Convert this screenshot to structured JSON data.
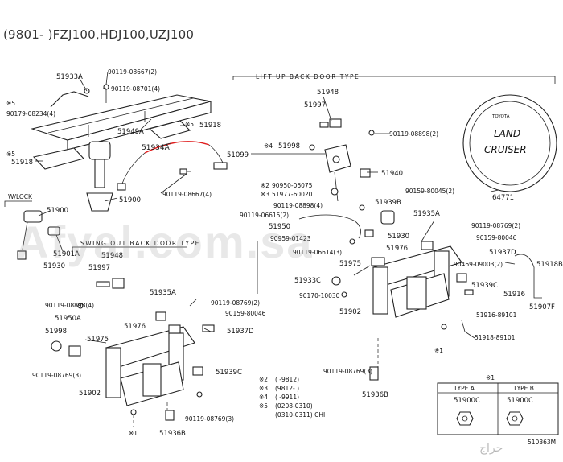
{
  "header": {
    "title": "(9801- )FZJ100,HDJ100,UZJ100"
  },
  "watermark": "Afyal.com.sa",
  "highlight_color": "#e02020",
  "sections": {
    "lift_up": "LIFT UP BACK DOOR TYPE",
    "swing_out": "SWING OUT BACK DOOR TYPE",
    "wlock": "W/LOCK"
  },
  "tire_cover": {
    "brand": "TOYOTA",
    "line1": "LAND",
    "line2": "CRUISER"
  },
  "labels": {
    "p51933A": "51933A",
    "p90119_08667_2": "90119-08667(2)",
    "p90119_08701_4": "90119-08701(4)",
    "p5a": "※5",
    "p90179_08234_4": "90179-08234(4)",
    "p51949A": "51949A",
    "p5b": "※5",
    "p51918a": "51918",
    "p51934A": "51934A",
    "p5c": "※5",
    "p51918b": "51918",
    "p51900a": "51900",
    "p90119_08667_4": "90119-08667(4)",
    "p51900b": "51900",
    "p51901A": "51901A",
    "p51930a": "51930",
    "p51948a": "51948",
    "p51997a": "51997",
    "p90119_08898_2": "90119-08898(2)",
    "p51099": "51099",
    "p4": "※4",
    "p51998a": "51998",
    "p51940": "51940",
    "p64771": "64771",
    "p2a": "※2",
    "p90950_06075": "90950-06075",
    "p3a": "※3",
    "p51977_60020": "51977-60020",
    "p90159_80045_2": "90159-80045(2)",
    "p90119_08898_4": "90119-08898(4)",
    "p51939B": "51939B",
    "p90119_06615_2": "90119-06615(2)",
    "p51950": "51950",
    "p51935Aa": "51935A",
    "p90119_08769_2a": "90119-08769(2)",
    "p90959_01423": "90959-01423",
    "p51930b": "51930",
    "p90159_80046a": "90159-80046",
    "p90119_06614_3": "90119-06614(3)",
    "p51976a": "51976",
    "p51937Da": "51937D",
    "p51975a": "51975",
    "p90469_09003_2": "90469-09003(2)",
    "p51918B": "51918B",
    "p51933C": "51933C",
    "p51939Ca": "51939C",
    "p90170_10030": "90170-10030",
    "p51916": "51916",
    "p51907F": "51907F",
    "p51902a": "51902",
    "p51916_89101": "51916-89101",
    "p51918_89101": "51918-89101",
    "p1a": "※1",
    "p90119_08769_3a": "90119-08769(3)",
    "p51936Ba": "51936B",
    "p51948b": "51948",
    "p51997b": "51997",
    "p90119_08898_4b": "90119-08898(4)",
    "p51935Ab": "51935A",
    "p90119_08769_2b": "90119-08769(2)",
    "p90159_80046b": "90159-80046",
    "p51950A": "51950A",
    "p51998b": "51998",
    "p51976b": "51976",
    "p51937Db": "51937D",
    "p51975b": "51975",
    "p90119_08769_3b": "90119-08769(3)",
    "p51939Cb": "51939C",
    "p51902b": "51902",
    "p90119_08769_3c": "90119-08769(3)",
    "p51936Bb": "51936B",
    "p1b": "※1",
    "p1c": "※1",
    "p510363M": "510363M"
  },
  "notes": [
    {
      "mark": "※2",
      "range": "(        -9812)"
    },
    {
      "mark": "※3",
      "range": "(9812-       )"
    },
    {
      "mark": "※4",
      "range": "(        -9911)"
    },
    {
      "mark": "※5",
      "range": "(0208-0310)"
    },
    {
      "mark": "",
      "range": "(0310-0311)  CHI"
    }
  ],
  "type_table": {
    "note": "※1",
    "type_a": "TYPE A",
    "type_b": "TYPE B",
    "part_a": "51900C",
    "part_b": "51900C"
  }
}
